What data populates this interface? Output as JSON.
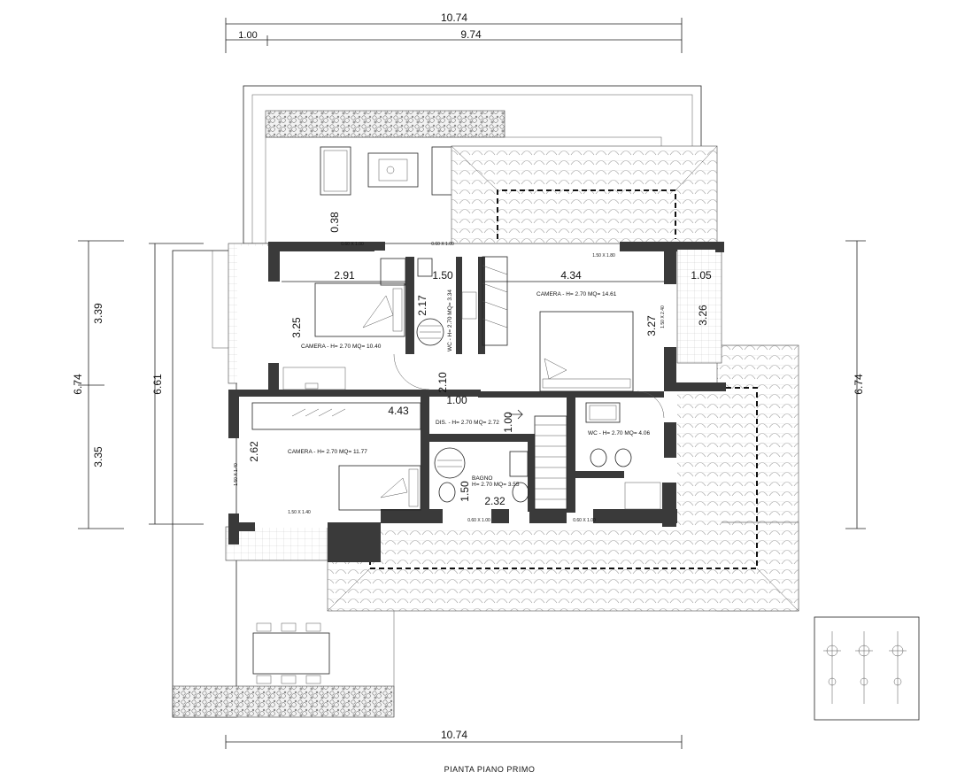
{
  "title": "PIANTA PIANO PRIMO",
  "dimensions": {
    "top_total": "10.74",
    "top_left": "1.00",
    "top_right": "9.74",
    "bottom_total": "10.74",
    "left_outer": "6.74",
    "left_upper": "3.39",
    "left_lower": "3.35",
    "left_inner": "6.61",
    "right_outer": "6.74"
  },
  "rooms": {
    "camera1": {
      "label": "CAMERA - H= 2.70 MQ= 10.40",
      "width": "2.91",
      "height": "3.25"
    },
    "wc1": {
      "label": "WC - H= 2.70 MQ= 3.34",
      "width": "1.50",
      "height": "2.17"
    },
    "camera2": {
      "label": "CAMERA - H= 2.70 MQ= 14.61",
      "width": "4.34",
      "height": "3.27"
    },
    "balcony_right": {
      "width": "1.05",
      "height": "3.26"
    },
    "camera3": {
      "label": "CAMERA - H= 2.70 MQ= 11.77",
      "width": "4.43",
      "height": "2.62"
    },
    "dis": {
      "label": "DIS. - H= 2.70 MQ= 2.72",
      "width": "1.00",
      "height": "2.10",
      "height2": "1.00"
    },
    "bagno": {
      "label_line1": "BAGNO",
      "label_line2": "H= 2.70 MQ= 3.55",
      "width": "2.32",
      "height": "1.50"
    },
    "wc2": {
      "label": "WC - H= 2.70 MQ= 4.06"
    },
    "top_misc": "0.38"
  },
  "windows": {
    "w1": "1.50 X 1.80",
    "w2": "1.50 X 2.40",
    "w3": "1.50 X 1.40",
    "w4": "1.50 X 1.40",
    "w5": "0.60 X 1.00",
    "w6": "0.60 X 1.00",
    "w7": "0.60 X 1.00",
    "w8": "0.60 X 1.00"
  },
  "colors": {
    "wall": "#3a3a3a",
    "line": "#222222",
    "bg": "#ffffff"
  },
  "icons": [
    "compass-icon"
  ]
}
